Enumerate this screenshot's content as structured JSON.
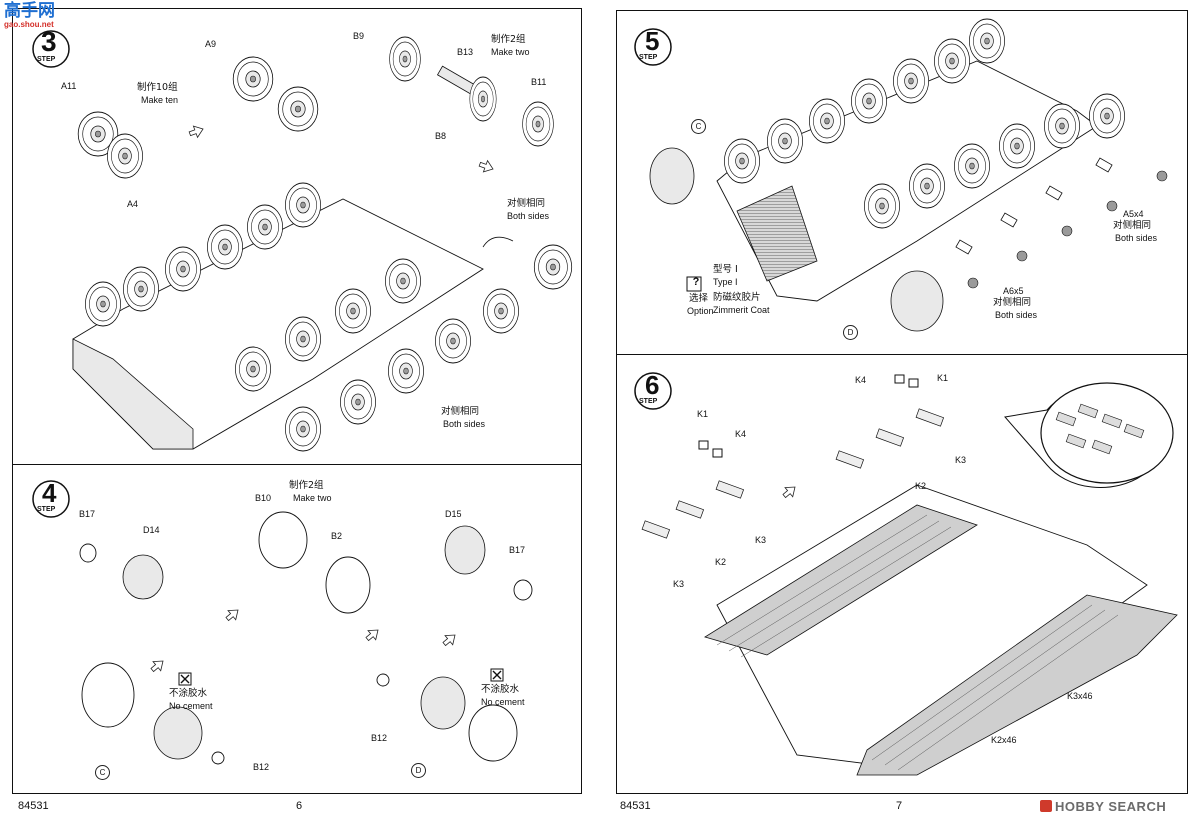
{
  "watermark": {
    "left_text": "高手网",
    "left_sub": "gao.shou.net",
    "right_brand": "HOBBY SEARCH"
  },
  "pages": {
    "left_code": "84531",
    "left_num": "6",
    "right_code": "84531",
    "right_num": "7"
  },
  "step_word": "STEP",
  "step3": {
    "num": "3",
    "make_ten_cn": "制作10组",
    "make_ten_en": "Make ten",
    "make_two_cn": "制作2组",
    "make_two_en": "Make two",
    "both1_cn": "对侧相同",
    "both1_en": "Both sides",
    "both2_cn": "对侧相同",
    "both2_en": "Both sides",
    "parts": [
      "A9",
      "B9",
      "B13",
      "B11",
      "B8",
      "A11",
      "A4"
    ]
  },
  "step4": {
    "num": "4",
    "make_two_cn": "制作2组",
    "make_two_en": "Make two",
    "no_cement_cn": "不涂胶水",
    "no_cement_en": "No cement",
    "parts": [
      "B17",
      "D14",
      "B10",
      "B2",
      "D15",
      "B17",
      "B12",
      "B12"
    ],
    "sub_c": "C",
    "sub_d": "D"
  },
  "step5": {
    "num": "5",
    "type_cn": "型号 I",
    "type_en": "Type I",
    "option_cn": "选择",
    "option_en": "Option",
    "zimmerit_cn": "防磁纹胶片",
    "zimmerit_en": "Zimmerit Coat",
    "a5": "A5x4",
    "a6": "A6x5",
    "both1_cn": "对侧相同",
    "both1_en": "Both sides",
    "both2_cn": "对侧相同",
    "both2_en": "Both sides",
    "sub_c": "C",
    "sub_d": "D"
  },
  "step6": {
    "num": "6",
    "parts": [
      "K4",
      "K1",
      "K1",
      "K4",
      "K3",
      "K2",
      "K3",
      "K2",
      "K3"
    ],
    "k3x46": "K3x46",
    "k2x46": "K2x46"
  }
}
